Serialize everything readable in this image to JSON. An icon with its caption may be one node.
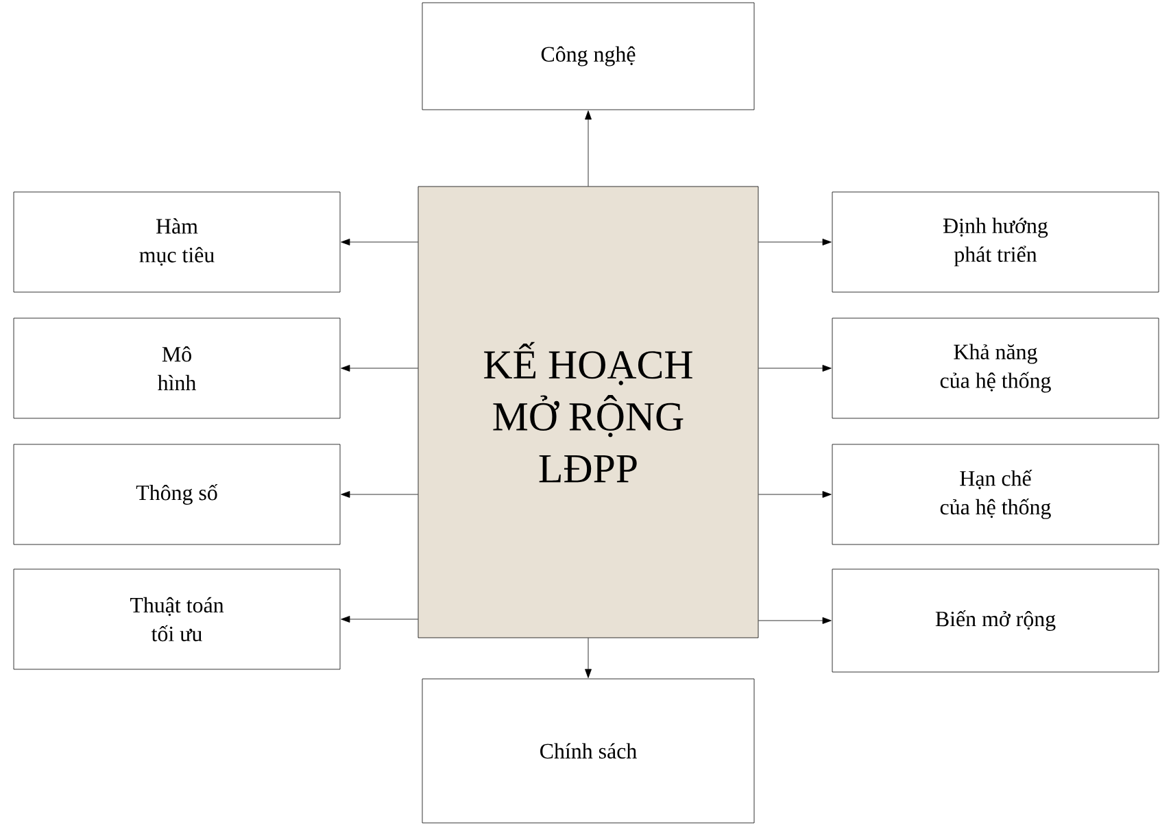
{
  "diagram": {
    "nodes": [
      {
        "text": [
          "KẾ HOẠCH MỞ RỘNG LĐPP"
        ]
      },
      {
        "text": [
          "Công nghệ"
        ]
      },
      {
        "text": [
          "Hàm mục tiêu"
        ]
      },
      {
        "text": [
          "Mô hình"
        ]
      },
      {
        "text": [
          "Thông số"
        ]
      },
      {
        "text": [
          "Thuật toán tối ưu"
        ]
      },
      {
        "text": [
          "Định hướng phát triển"
        ]
      },
      {
        "text": [
          "Khả năng của hệ thống"
        ]
      },
      {
        "text": [
          "Hạn chế của hệ thống"
        ]
      },
      {
        "text": [
          "Biến mở rộng"
        ]
      },
      {
        "text": [
          "Chính sách"
        ]
      }
    ],
    "edges": [
      {
        "from": 0,
        "to": 1,
        "arrow": "to"
      },
      {
        "from": 0,
        "to": 2,
        "arrow": "to"
      },
      {
        "from": 0,
        "to": 3,
        "arrow": "to"
      },
      {
        "from": 0,
        "to": 4,
        "arrow": "to"
      },
      {
        "from": 0,
        "to": 5,
        "arrow": "to"
      },
      {
        "from": 0,
        "to": 6,
        "arrow": "to"
      },
      {
        "from": 0,
        "to": 7,
        "arrow": "to"
      },
      {
        "from": 0,
        "to": 8,
        "arrow": "to"
      },
      {
        "from": 0,
        "to": 9,
        "arrow": "to"
      },
      {
        "from": 0,
        "to": 10,
        "arrow": "to"
      }
    ]
  }
}
